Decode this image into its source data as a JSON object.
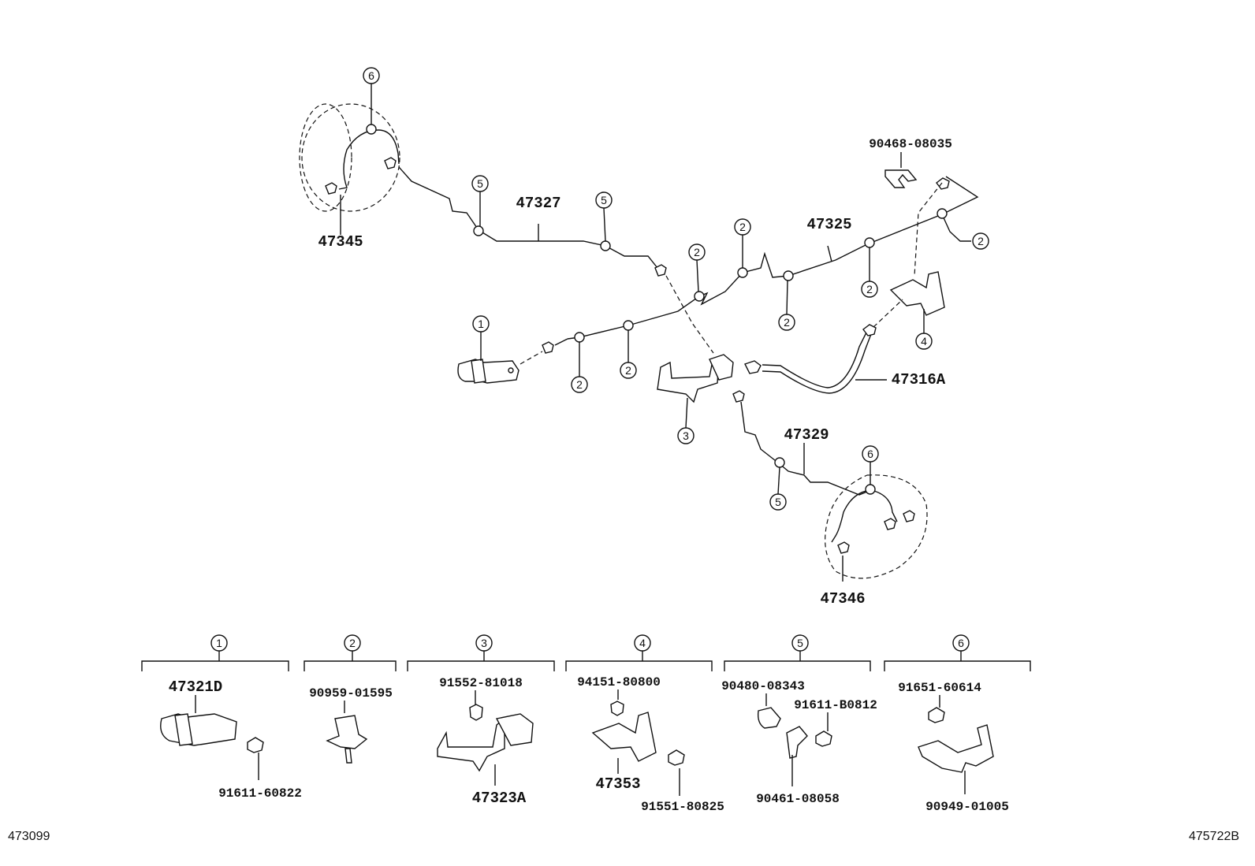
{
  "diagram": {
    "part_numbers": {
      "p47345": "47345",
      "p47327": "47327",
      "p47325": "47325",
      "p47316A": "47316A",
      "p47329": "47329",
      "p47346": "47346",
      "p90468_08035": "90468-08035"
    },
    "callouts": {
      "c1": "1",
      "c2": "2",
      "c3": "3",
      "c4": "4",
      "c5": "5",
      "c6": "6"
    },
    "groups": [
      {
        "number": "1",
        "parts": [
          "47321D",
          "91611-60822"
        ]
      },
      {
        "number": "2",
        "parts": [
          "90959-01595"
        ]
      },
      {
        "number": "3",
        "parts": [
          "91552-81018",
          "47323A"
        ]
      },
      {
        "number": "4",
        "parts": [
          "94151-80800",
          "47353",
          "91551-80825"
        ]
      },
      {
        "number": "5",
        "parts": [
          "90480-08343",
          "91611-B0812",
          "90461-08058"
        ]
      },
      {
        "number": "6",
        "parts": [
          "91651-60614",
          "90949-01005"
        ]
      }
    ],
    "corner_left": "473099",
    "corner_right": "475722B"
  }
}
